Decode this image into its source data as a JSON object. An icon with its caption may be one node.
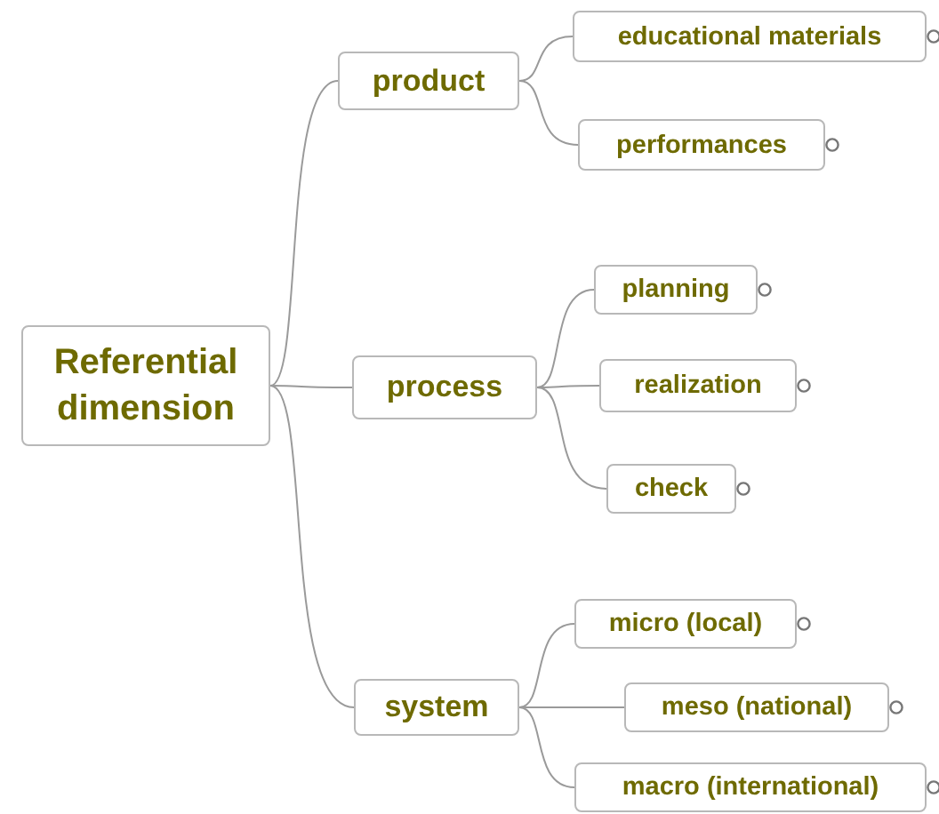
{
  "diagram": {
    "nodes": [
      {
        "text": [
          "Referential dimension"
        ]
      },
      {
        "text": [
          "product"
        ]
      },
      {
        "text": [
          "educational materials"
        ]
      },
      {
        "text": [
          "performances"
        ]
      },
      {
        "text": [
          "process"
        ]
      },
      {
        "text": [
          "planning"
        ]
      },
      {
        "text": [
          "realization"
        ]
      },
      {
        "text": [
          "check"
        ]
      },
      {
        "text": [
          "system"
        ]
      },
      {
        "text": [
          "micro (local)"
        ]
      },
      {
        "text": [
          "meso (national)"
        ]
      },
      {
        "text": [
          "macro (international)"
        ]
      }
    ],
    "edges": [
      {
        "from": 0,
        "to": 1,
        "arrow": "none"
      },
      {
        "from": 0,
        "to": 4,
        "arrow": "none"
      },
      {
        "from": 0,
        "to": 8,
        "arrow": "none"
      },
      {
        "from": 1,
        "to": 2,
        "arrow": "none"
      },
      {
        "from": 1,
        "to": 3,
        "arrow": "none"
      },
      {
        "from": 4,
        "to": 5,
        "arrow": "none"
      },
      {
        "from": 4,
        "to": 6,
        "arrow": "none"
      },
      {
        "from": 4,
        "to": 7,
        "arrow": "none"
      },
      {
        "from": 8,
        "to": 9,
        "arrow": "none"
      },
      {
        "from": 8,
        "to": 10,
        "arrow": "none"
      },
      {
        "from": 8,
        "to": 11,
        "arrow": "none"
      }
    ]
  }
}
